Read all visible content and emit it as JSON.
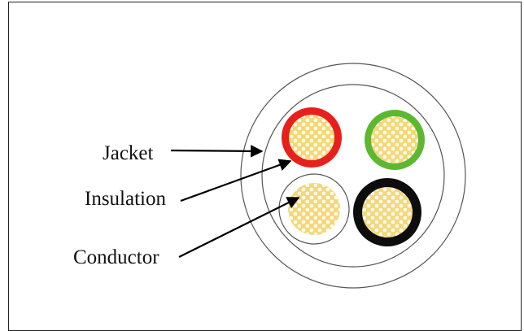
{
  "labels": {
    "jacket": "Jacket",
    "insulation": "Insulation",
    "conductor": "Conductor"
  },
  "colors": {
    "insulation_red": "#e8201c",
    "insulation_green": "#5cb833",
    "insulation_black": "#0d0d0d",
    "insulation_white": "#ffffff",
    "conductor_fill": "#f3d77a",
    "conductor_dots": "#ffffff",
    "outline": "#555555"
  }
}
